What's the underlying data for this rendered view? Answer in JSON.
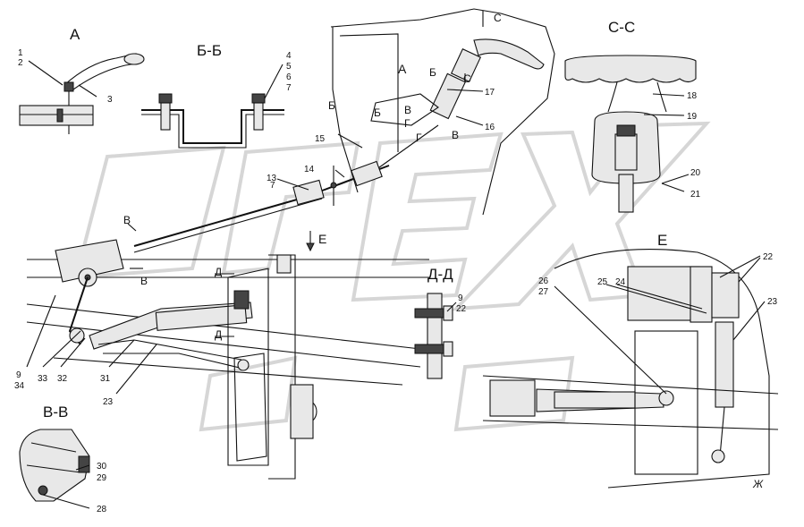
{
  "section_labels": {
    "A": "А",
    "BB": "Б-Б",
    "CC": "С-С",
    "E": "Е",
    "DD": "Д-Д",
    "VV": "В-В"
  },
  "cut_marks": {
    "A": "А",
    "B1": "Б",
    "B2": "Б",
    "B3": "Б",
    "V1": "В",
    "V2": "В",
    "V3": "В",
    "V4": "В",
    "G1": "Г",
    "G2": "Г",
    "C1": "С",
    "C2": "С",
    "E": "Е",
    "D1": "Д",
    "D2": "Д",
    "ZH": "Ж"
  },
  "callouts": {
    "c1": "1",
    "c2": "2",
    "c3": "3",
    "c4": "4",
    "c5": "5",
    "c6": "6",
    "c7a": "7",
    "c7b": "7",
    "c9a": "9",
    "c9b": "9",
    "c13": "13",
    "c14": "14",
    "c15": "15",
    "c16": "16",
    "c17": "17",
    "c18": "18",
    "c19": "19",
    "c20": "20",
    "c21": "21",
    "c22a": "22",
    "c22b": "22",
    "c23a": "23",
    "c23b": "23",
    "c24": "24",
    "c25": "25",
    "c26": "26",
    "c27": "27",
    "c28": "28",
    "c29": "29",
    "c30": "30",
    "c31": "31",
    "c32": "32",
    "c33": "33",
    "c34": "34"
  }
}
